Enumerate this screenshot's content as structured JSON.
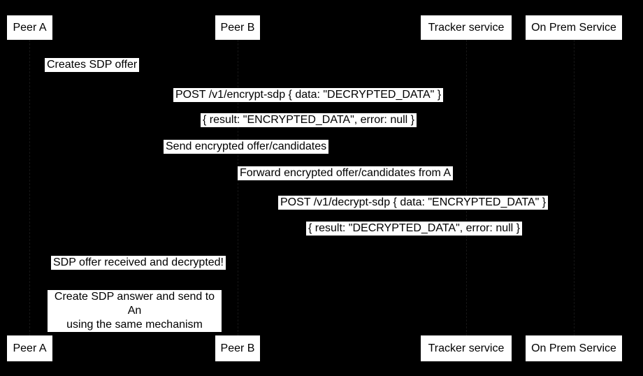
{
  "diagram": {
    "type": "sequence",
    "theme": {
      "background": "#000000",
      "participant_box_fill": "#ffffff",
      "participant_box_text": "#000000",
      "message_label_bg": "#ffffff",
      "message_label_text": "#000000",
      "lifeline_color": "#161616"
    },
    "participants": [
      {
        "label": "Peer A"
      },
      {
        "label": "Peer B"
      },
      {
        "label": "Tracker service"
      },
      {
        "label": "On Prem Service"
      }
    ],
    "messages": [
      {
        "text": "Creates SDP offer"
      },
      {
        "text": "POST /v1/encrypt-sdp { data: \"DECRYPTED_DATA\" }"
      },
      {
        "text": "{ result: \"ENCRYPTED_DATA\", error: null }"
      },
      {
        "text": "Send encrypted offer/candidates"
      },
      {
        "text": "Forward encrypted offer/candidates from A"
      },
      {
        "text": "POST /v1/decrypt-sdp { data: \"ENCRYPTED_DATA\" }"
      },
      {
        "text": "{ result: \"DECRYPTED_DATA\", error: null }"
      },
      {
        "text": "SDP offer received and decrypted!"
      }
    ],
    "note": {
      "line1": "Create SDP answer and send to An",
      "line2": "using the same mechanism"
    }
  }
}
